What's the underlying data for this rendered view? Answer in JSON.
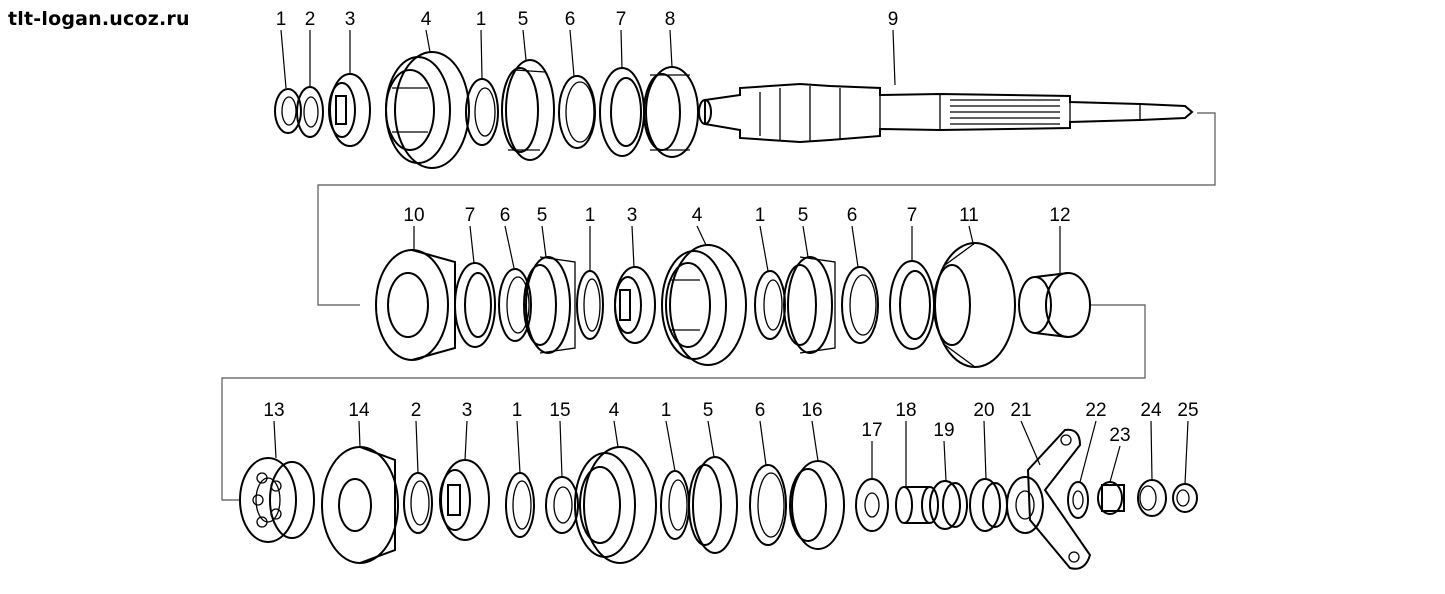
{
  "watermark": "tlt-logan.ucoz.ru",
  "row1_labels": [
    "1",
    "2",
    "3",
    "4",
    "1",
    "5",
    "6",
    "7",
    "8",
    "9"
  ],
  "row2_labels": [
    "10",
    "7",
    "6",
    "5",
    "1",
    "3",
    "4",
    "1",
    "5",
    "6",
    "7",
    "11",
    "12"
  ],
  "row3_labels": [
    "13",
    "14",
    "2",
    "3",
    "1",
    "15",
    "4",
    "1",
    "5",
    "6",
    "16",
    "17",
    "18",
    "19",
    "20",
    "21",
    "22",
    "23",
    "24",
    "25"
  ]
}
